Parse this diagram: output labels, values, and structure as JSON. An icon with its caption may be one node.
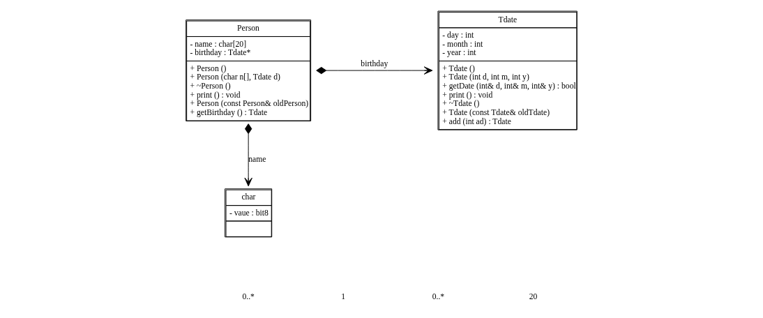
{
  "diagram": {
    "nodes": [
      {
        "text": [
          "Person",
          "- name : char[20]",
          "- birthday : Tdate*",
          "+ Person ()",
          "+ Person (char n[], Tdate d)",
          "+ ~Person ()",
          "+ print () : void",
          "+ Person (const Person& oldPerson)",
          "+ getBirthday () : Tdate"
        ]
      },
      {
        "text": [
          "Tdate",
          "- day : int",
          "- month : int",
          "- year : int",
          "+ Tdate ()",
          "+ Tdate (int d, int m, int y)",
          "+ getDate (int& d, int& m, int& y) : bool",
          "+ print () : void",
          "+ ~Tdate ()",
          "+ Tdate (const Tdate& oldTdate)",
          "+ add (int ad) : Tdate"
        ]
      },
      {
        "text": [
          "char",
          "- vaue : bit8"
        ]
      }
    ],
    "edges": [
      {
        "from": 0,
        "to": 1,
        "arrow": "to",
        "label": "birthday"
      },
      {
        "from": 0,
        "to": 2,
        "arrow": "to",
        "label": "name"
      }
    ],
    "labels": [
      "0..*",
      "1",
      "0..*",
      "20"
    ]
  }
}
